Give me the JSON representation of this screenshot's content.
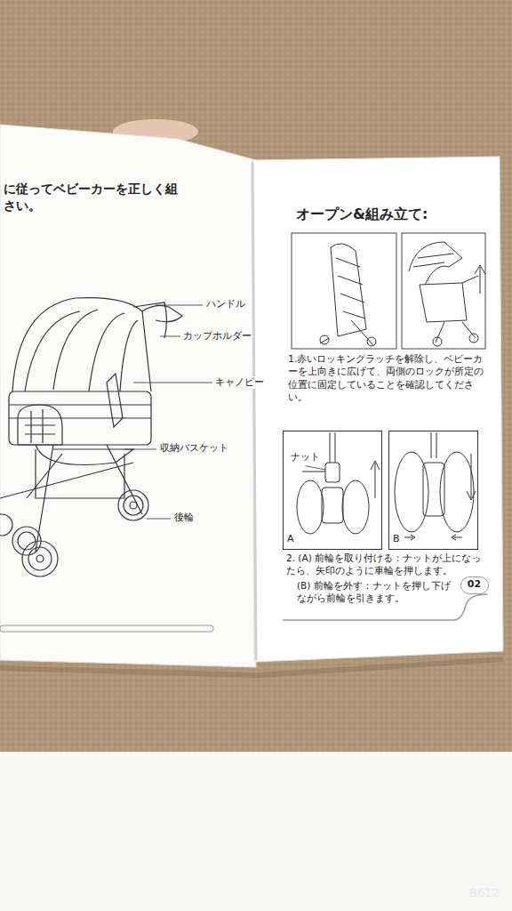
{
  "diagram": {
    "title": "オープン&組み立て:",
    "nodes": [
      {
        "text": [
          "ナット",
          "A"
        ]
      },
      {
        "text": [
          "B"
        ]
      },
      {
        "text": [
          "02"
        ]
      }
    ],
    "labels": [
      "に従ってベビーカーを正しく組",
      "さい。",
      "ハンドル",
      "カップホルダー",
      "キャノピー",
      "収納バスケット",
      "後輪",
      "1.赤いロッキングラッチを解除し、ベビーカーを上向きに広げて、両側のロックが所定の位置に固定していることを確認してください。",
      "2. (A) 前輪を取り付ける：ナットが上になったら、矢印のように車輪を押します。",
      "(B) 前輪を外す：ナットを押し下げながら前輪を引きます。",
      "B612"
    ]
  }
}
